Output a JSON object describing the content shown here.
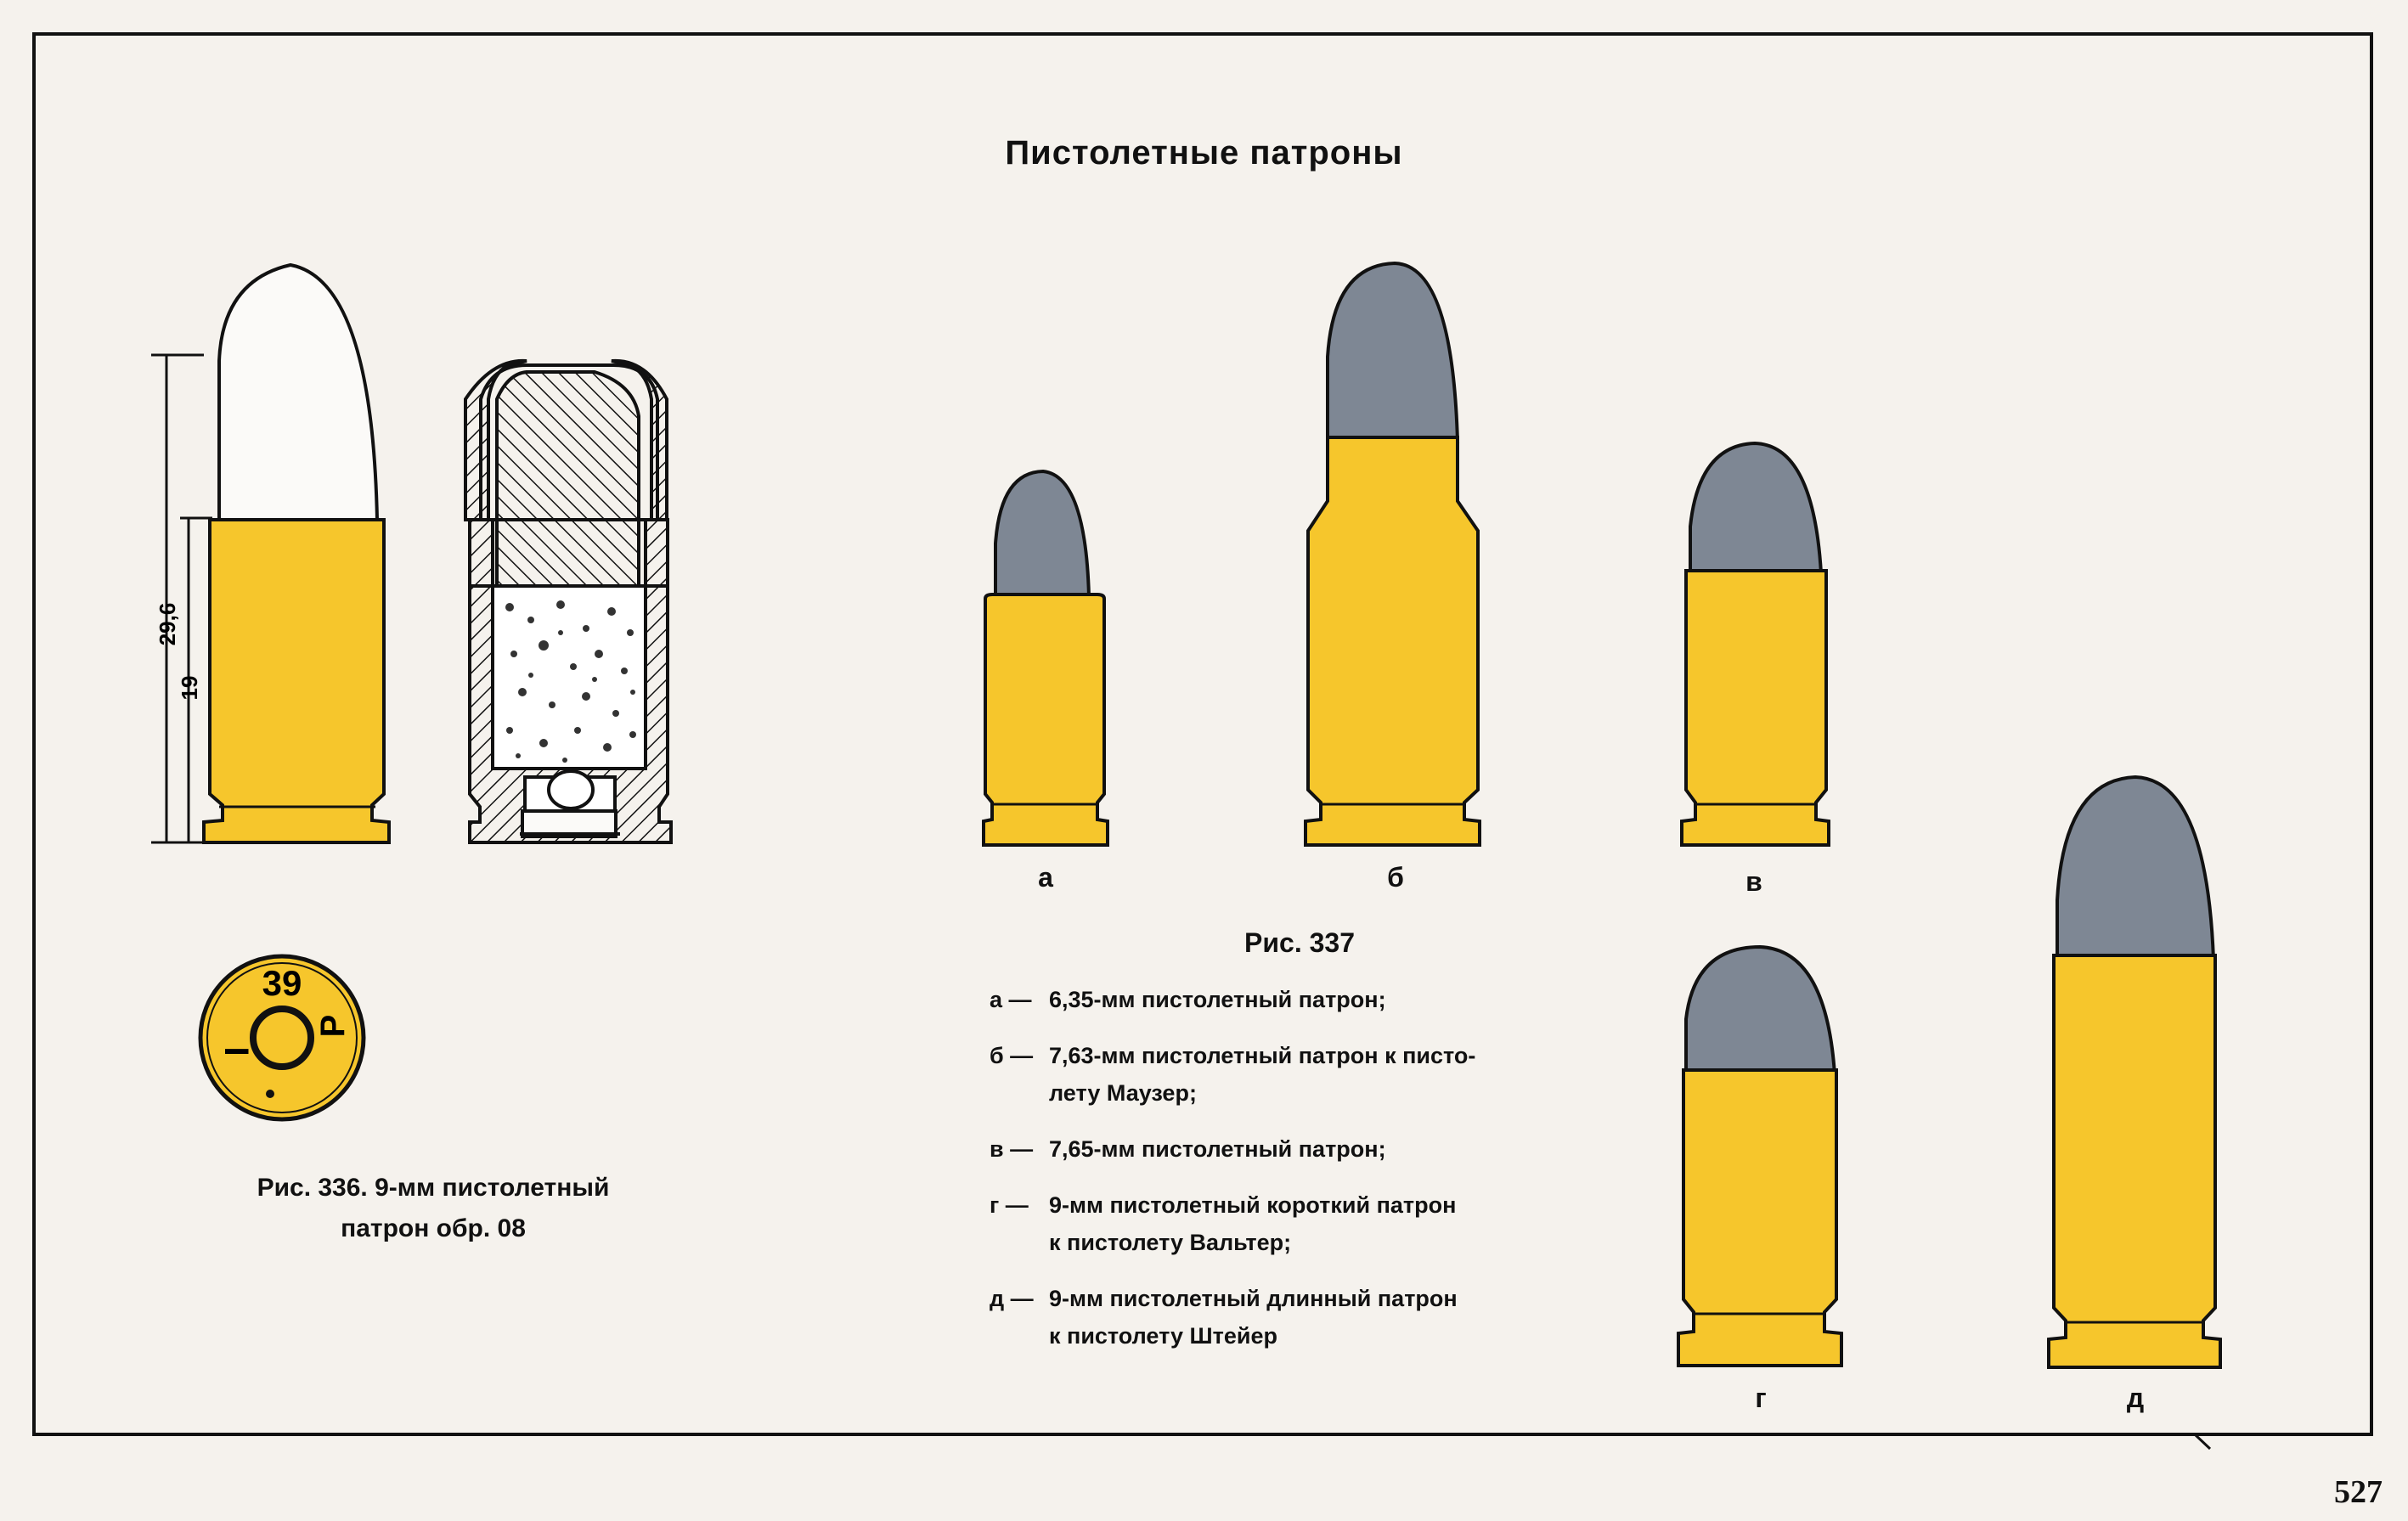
{
  "title": "Пистолетные патроны",
  "colors": {
    "brass": "#f6c62c",
    "lead": "#7e8794",
    "outline": "#111111",
    "paper": "#f5f2ed"
  },
  "fig336": {
    "dimension_total": "29,6",
    "dimension_case": "19",
    "headstamp": {
      "top": "39",
      "left": "I",
      "right": "P"
    },
    "caption_line1": "Рис. 336. 9-мм пистолетный",
    "caption_line2": "патрон обр. 08"
  },
  "fig337": {
    "caption": "Рис. 337",
    "cartridges": [
      {
        "letter": "а"
      },
      {
        "letter": "б"
      },
      {
        "letter": "в"
      },
      {
        "letter": "г"
      },
      {
        "letter": "д"
      }
    ],
    "legend": [
      {
        "key": "а —",
        "text": "6,35-мм пистолетный патрон;"
      },
      {
        "key": "б —",
        "text": "7,63-мм пистолетный патрон к писто-\nлету Маузер;"
      },
      {
        "key": "в —",
        "text": "7,65-мм пистолетный патрон;"
      },
      {
        "key": "г —",
        "text": "9-мм пистолетный короткий патрон\nк пистолету Вальтер;"
      },
      {
        "key": "д —",
        "text": "9-мм пистолетный длинный патрон\nк пистолету Штейер"
      }
    ]
  },
  "page_number": "527"
}
